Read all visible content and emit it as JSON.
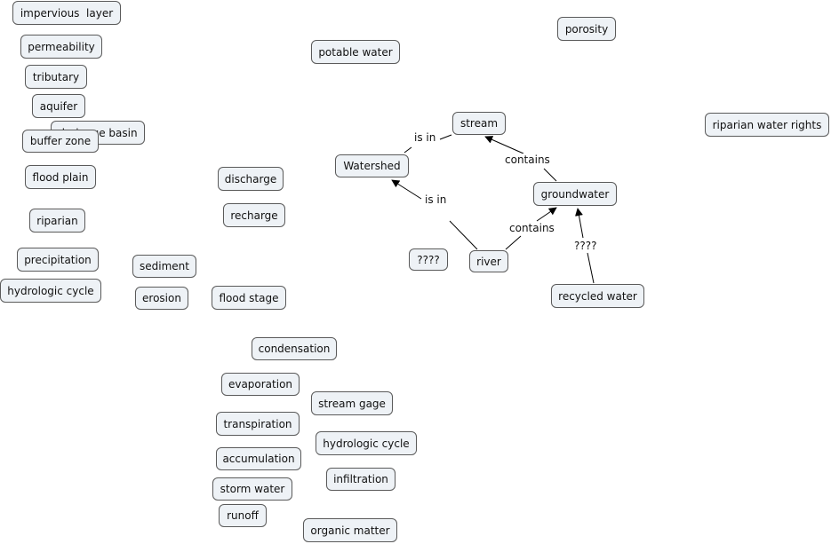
{
  "nodes": {
    "impervious_layer": "impervious  layer",
    "permeability": "permeability",
    "tributary": "tributary",
    "aquifer": "aquifer",
    "drainage_basin": "drainage basin",
    "buffer_zone": "buffer zone",
    "flood_plain": "flood plain",
    "riparian": "riparian",
    "precipitation": "precipitation",
    "hydrologic_cycle_left": "hydrologic cycle",
    "sediment": "sediment",
    "erosion": "erosion",
    "discharge": "discharge",
    "recharge": "recharge",
    "flood_stage": "flood stage",
    "potable_water": "potable water",
    "porosity": "porosity",
    "riparian_water_rights": "riparian water rights",
    "stream": "stream",
    "watershed": "Watershed",
    "groundwater": "groundwater",
    "river": "river",
    "unknown_node": "????",
    "recycled_water": "recycled water",
    "condensation": "condensation",
    "evaporation": "evaporation",
    "stream_gage": "stream gage",
    "transpiration": "transpiration",
    "hydrologic_cycle_right": "hydrologic cycle",
    "accumulation": "accumulation",
    "infiltration": "infiltration",
    "storm_water": "storm water",
    "runoff": "runoff",
    "organic_matter": "organic matter"
  },
  "links": {
    "watershed_stream": "is in",
    "river_watershed": "is in",
    "groundwater_stream": "contains",
    "river_groundwater": "contains",
    "recycled_groundwater": "????"
  },
  "colors": {
    "node_fill": "#eef2f6",
    "node_border": "#5a5a5a",
    "line": "#000000"
  }
}
